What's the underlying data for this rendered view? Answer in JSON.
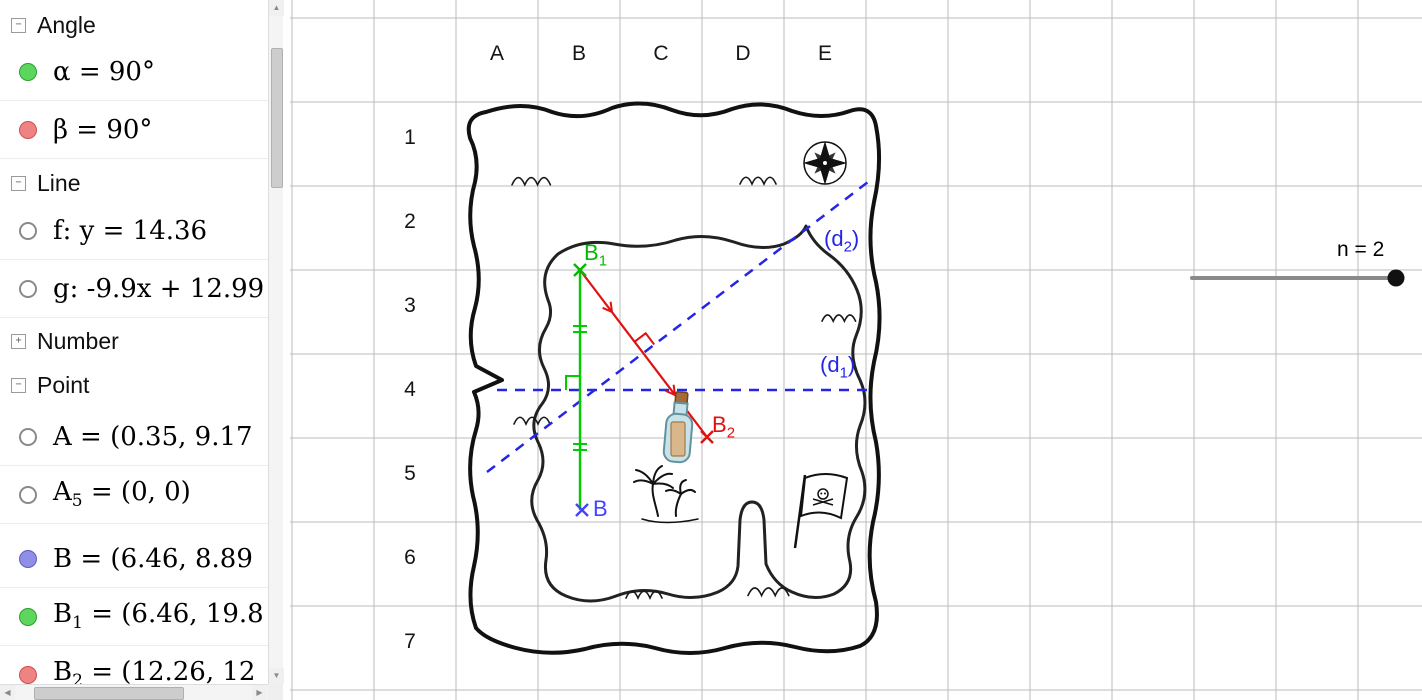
{
  "sidebar": {
    "sections": {
      "angle": {
        "title": "Angle",
        "toggle": "−"
      },
      "line": {
        "title": "Line",
        "toggle": "−"
      },
      "number": {
        "title": "Number",
        "toggle": "+"
      },
      "point": {
        "title": "Point",
        "toggle": "−"
      }
    },
    "items": {
      "alpha": {
        "text": "α = 90°"
      },
      "beta": {
        "text": "β = 90°"
      },
      "f": {
        "text": "f: y = 14.36"
      },
      "g": {
        "text": "g: -9.9x + 12.99"
      },
      "a": {
        "text": "A = (0.35, 9.17"
      },
      "a5": {
        "base": "A",
        "sub": "5",
        "rest": " = (0, 0)"
      },
      "b": {
        "text": "B = (6.46, 8.89"
      },
      "b1": {
        "base": "B",
        "sub": "1",
        "rest": " = (6.46, 19.8"
      },
      "b2": {
        "base": "B",
        "sub": "2",
        "rest": " = (12.26, 12"
      }
    }
  },
  "grid": {
    "columns": [
      "A",
      "B",
      "C",
      "D",
      "E"
    ],
    "rows": [
      "1",
      "2",
      "3",
      "4",
      "5",
      "6",
      "7"
    ]
  },
  "map_labels": {
    "b1": {
      "base": "B",
      "sub": "1"
    },
    "b": {
      "text": "B"
    },
    "b2": {
      "base": "B",
      "sub": "2"
    },
    "d1": {
      "pre": "(d",
      "sub": "1",
      "post": ")"
    },
    "d2": {
      "pre": "(d",
      "sub": "2",
      "post": ")"
    }
  },
  "slider": {
    "label": "n = 2"
  },
  "scrollbar": {
    "up": "▲",
    "down": "▼",
    "left": "◀",
    "right": "▶"
  },
  "colors": {
    "object_green": "#5cd65c",
    "object_red": "#ef8383",
    "object_blue": "#8f8fe8",
    "map_green": "#00cc00",
    "map_blue_point": "#4444ff",
    "map_red": "#e11111",
    "dashed_blue": "#2525e6",
    "grid_line": "#bbbbbb",
    "slider_track": "#8a8a8a",
    "slider_knob": "#111111"
  }
}
